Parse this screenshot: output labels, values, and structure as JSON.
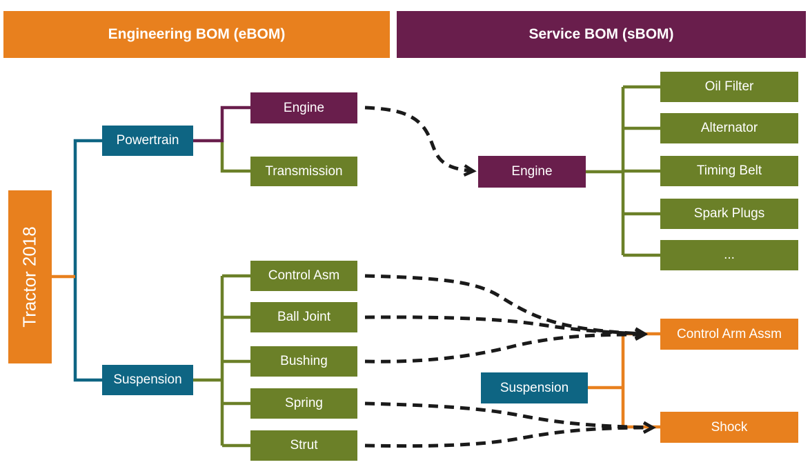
{
  "headers": {
    "ebom": "Engineering BOM (eBOM)",
    "sbom": "Service BOM (sBOM)"
  },
  "ebom": {
    "root_label": "Tractor 2018",
    "nodes": {
      "powertrain": "Powertrain",
      "engine": "Engine",
      "transmission": "Transmission",
      "suspension": "Suspension",
      "control_asm": "Control Asm",
      "ball_joint": "Ball Joint",
      "bushing": "Bushing",
      "spring": "Spring",
      "strut": "Strut"
    }
  },
  "sbom": {
    "nodes": {
      "engine": "Engine",
      "oil_filter": "Oil Filter",
      "alternator": "Alternator",
      "timing_belt": "Timing Belt",
      "spark_plugs": "Spark Plugs",
      "ellipsis": "...",
      "suspension": "Suspension",
      "control_arm_assm": "Control Arm Assm",
      "shock": "Shock"
    }
  },
  "mappings": [
    {
      "from": [
        "Engine"
      ],
      "to": "Engine"
    },
    {
      "from": [
        "Control Asm",
        "Ball Joint",
        "Bushing"
      ],
      "to": "Control Arm Assm"
    },
    {
      "from": [
        "Spring",
        "Strut"
      ],
      "to": "Shock"
    }
  ],
  "colors": {
    "orange": "#E8801E",
    "purple": "#691E4C",
    "teal": "#0E6583",
    "green": "#6B8028",
    "ink": "#1A1A1A",
    "text": "#FFFFFF"
  }
}
